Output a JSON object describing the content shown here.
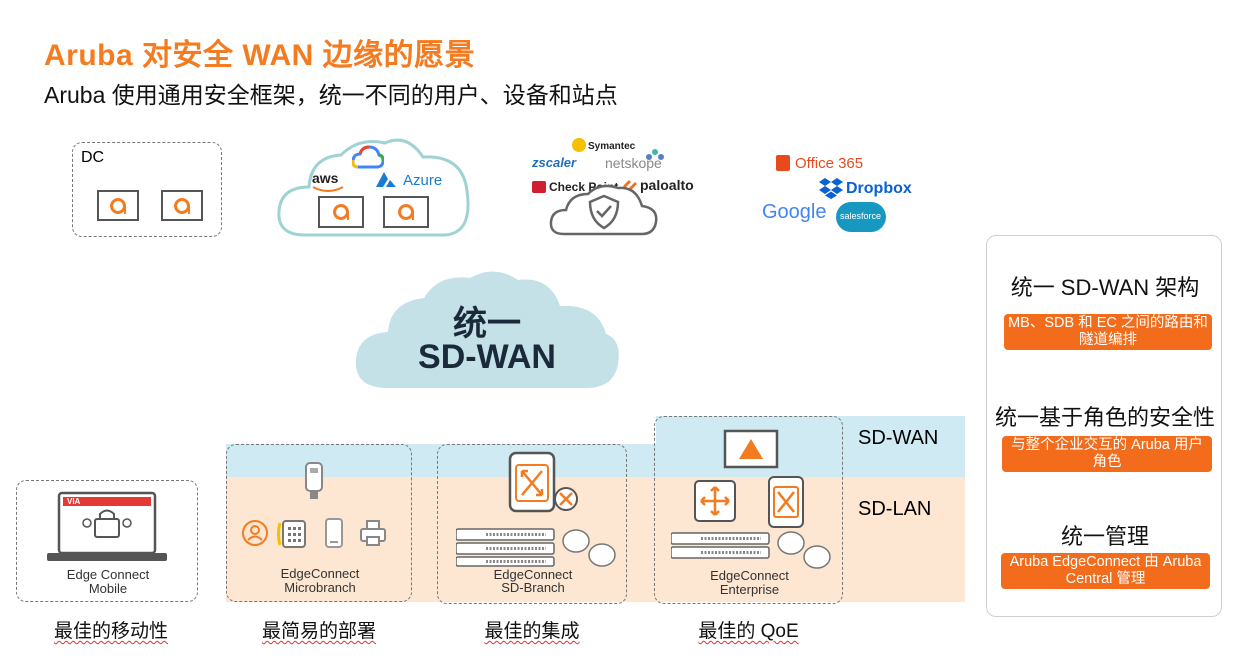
{
  "header": {
    "title": "Aruba 对安全 WAN 边缘的愿景",
    "subtitle": "Aruba 使用通用安全框架，统一不同的用户、设备和站点"
  },
  "top": {
    "dc_label": "DC",
    "cloud_brands": [
      "aws",
      "Azure"
    ],
    "security_brands": [
      "Symantec",
      "zscaler",
      "netskope",
      "Check Point",
      "paloalto"
    ],
    "saas_brands": [
      "Office 365",
      "Dropbox",
      "Google",
      "salesforce"
    ]
  },
  "center_cloud": {
    "line1": "统一",
    "line2": "SD-WAN"
  },
  "bands": {
    "wan": "SD-WAN",
    "lan": "SD-LAN"
  },
  "devices": [
    {
      "line1": "Edge Connect",
      "line2": "Mobile",
      "caption": "最佳的移动性",
      "badge": "VIA"
    },
    {
      "line1": "EdgeConnect",
      "line2": "Microbranch",
      "caption": "最简易的部署"
    },
    {
      "line1": "EdgeConnect",
      "line2": "SD-Branch",
      "caption": "最佳的集成"
    },
    {
      "line1": "EdgeConnect",
      "line2": "Enterprise",
      "caption": "最佳的 QoE"
    }
  ],
  "panel": {
    "items": [
      {
        "heading": "统一 SD-WAN 架构",
        "badge": "MB、SDB 和 EC 之间的路由和隧道编排"
      },
      {
        "heading": "统一基于角色的安全性",
        "badge": "与整个企业交互的 Aruba 用户角色"
      },
      {
        "heading": "统一管理",
        "badge": "Aruba EdgeConnect 由 Aruba Central 管理"
      }
    ]
  },
  "colors": {
    "accent": "#f47b20",
    "wan_band": "#cfeaf3",
    "lan_band": "#fde6d2",
    "cloud": "#c3e1e6"
  }
}
